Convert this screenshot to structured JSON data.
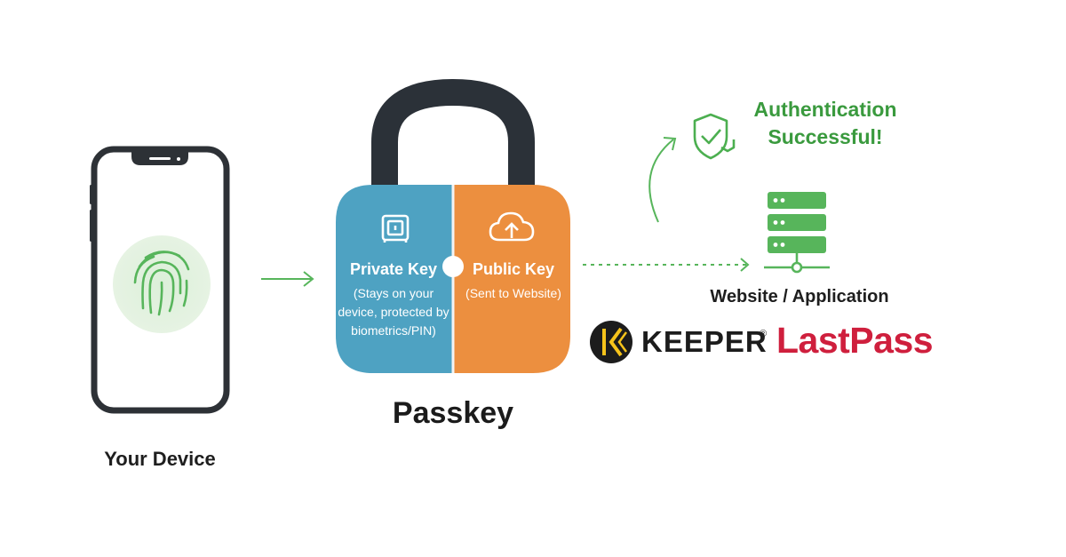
{
  "device": {
    "label": "Your Device"
  },
  "passkey": {
    "label": "Passkey",
    "private_key": {
      "title": "Private Key",
      "description": "(Stays on your device, protected by biometrics/PIN)"
    },
    "public_key": {
      "title": "Public Key",
      "description": "(Sent to Website)"
    }
  },
  "auth": {
    "message_line1": "Authentication",
    "message_line2": "Successful!"
  },
  "server": {
    "label": "Website / Application"
  },
  "brands": {
    "keeper": "KEEPER",
    "keeper_mark": "®",
    "lastpass": "LastPass"
  },
  "colors": {
    "private_blue": "#4ea2c2",
    "public_orange": "#ec8f3f",
    "lock_shackle": "#2b3138",
    "accent_green": "#4caf50",
    "server_green": "#57b55b",
    "lastpass_red": "#cf1f3d",
    "keeper_yellow": "#f6c31b"
  },
  "icons": {
    "device": "smartphone-icon",
    "biometric": "fingerprint-icon",
    "private_key": "safe-icon",
    "public_key": "cloud-upload-icon",
    "auth": "shield-check-icon",
    "server": "server-rack-icon",
    "keeper_logo": "keeper-logo-icon"
  }
}
